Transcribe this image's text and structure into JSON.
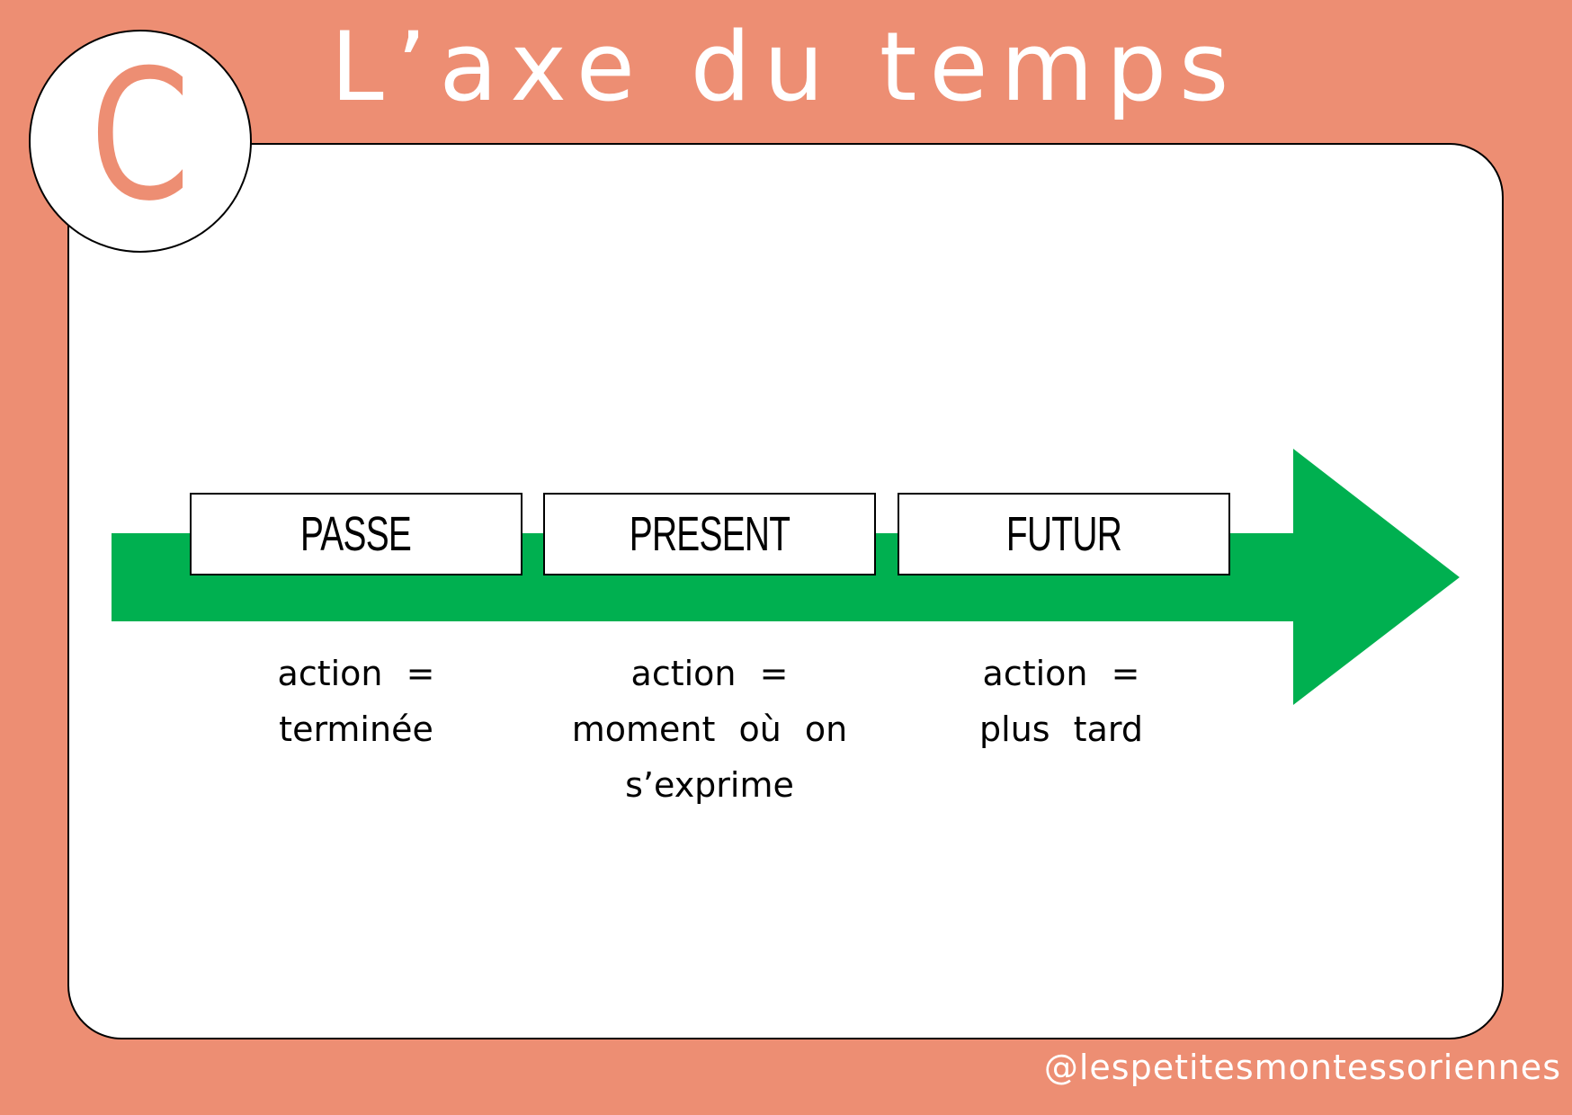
{
  "badge_letter": "C",
  "title": "L’axe du temps",
  "colors": {
    "background": "#ed8e73",
    "arrow": "#00b050",
    "panel": "#ffffff"
  },
  "timeline": [
    {
      "label": "PASSE",
      "description": [
        "action =",
        "terminée"
      ]
    },
    {
      "label": "PRESENT",
      "description": [
        "action =",
        "moment où on",
        "s’exprime"
      ]
    },
    {
      "label": "FUTUR",
      "description": [
        "action =",
        "plus tard"
      ]
    }
  ],
  "watermark": "@lespetitesmontessoriennes"
}
